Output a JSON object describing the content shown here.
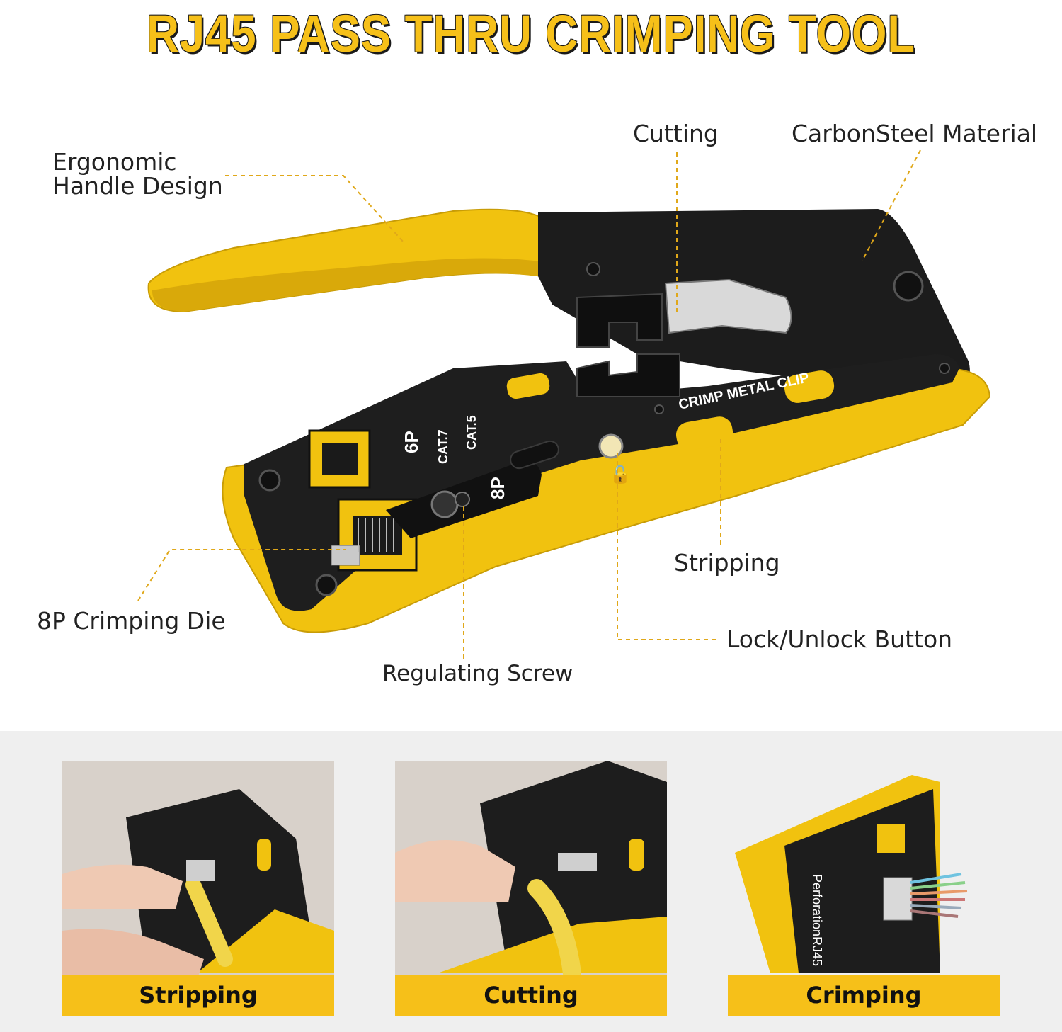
{
  "headline": "RJ45 PASS THRU CRIMPING TOOL",
  "colors": {
    "accent_yellow": "#f6c019",
    "tool_black": "#1c1c1c",
    "leader_line": "#e0a81a"
  },
  "callouts": {
    "cutting": "Cutting",
    "carbon_steel": "CarbonSteel Material",
    "ergonomic_line1": "Ergonomic",
    "ergonomic_line2": "Handle Design",
    "stripping": "Stripping",
    "crimping_die": "8P Crimping Die",
    "lock_button": "Lock/Unlock Button",
    "regulating_screw": "Regulating Screw"
  },
  "tool_markings": {
    "crimp_metal_clip": "CRIMP  METAL CLIP",
    "six_p": "6P",
    "eight_p": "8P",
    "cat7": "CAT.7",
    "cat5": "CAT.5",
    "perforation": "PerforationRJ45"
  },
  "photos": [
    {
      "caption": "Stripping"
    },
    {
      "caption": "Cutting"
    },
    {
      "caption": "Crimping"
    }
  ]
}
